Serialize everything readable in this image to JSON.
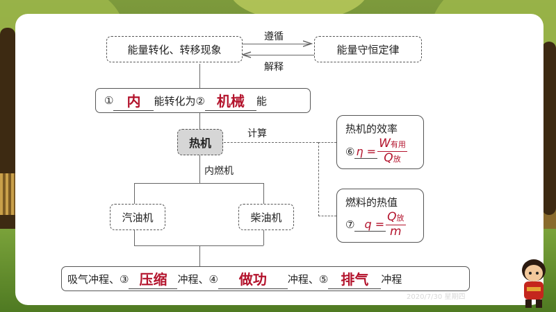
{
  "diagram": {
    "top_left": "能量转化、转移现象",
    "top_right": "能量守恒定律",
    "arrow_top_label": "遵循",
    "arrow_bottom_label": "解释",
    "row2": {
      "num1": "①",
      "ans1": "内",
      "mid": "能转化为②",
      "ans2": "机械",
      "end": "能"
    },
    "heat_engine": "热机",
    "calc_label": "计算",
    "internal_combustion": "内燃机",
    "gasoline": "汽油机",
    "diesel": "柴油机",
    "efficiency_box": {
      "title": "热机的效率",
      "num": "⑥",
      "eta": "η =",
      "numerator": "W",
      "numerator_sub": "有用",
      "denominator": "Q",
      "denominator_sub": "放"
    },
    "heat_value_box": {
      "title": "燃料的热值",
      "num": "⑦",
      "q": "q =",
      "numerator": "Q",
      "numerator_sub": "放",
      "denominator": "m"
    },
    "bottom": {
      "intake": "吸气冲程、③",
      "ans3": "压缩",
      "stroke1": "冲程、④",
      "ans4": "做功",
      "stroke2": "冲程、⑤",
      "ans5": "排气",
      "stroke3": "冲程"
    }
  },
  "watermark": "2020/7/30 星期四"
}
